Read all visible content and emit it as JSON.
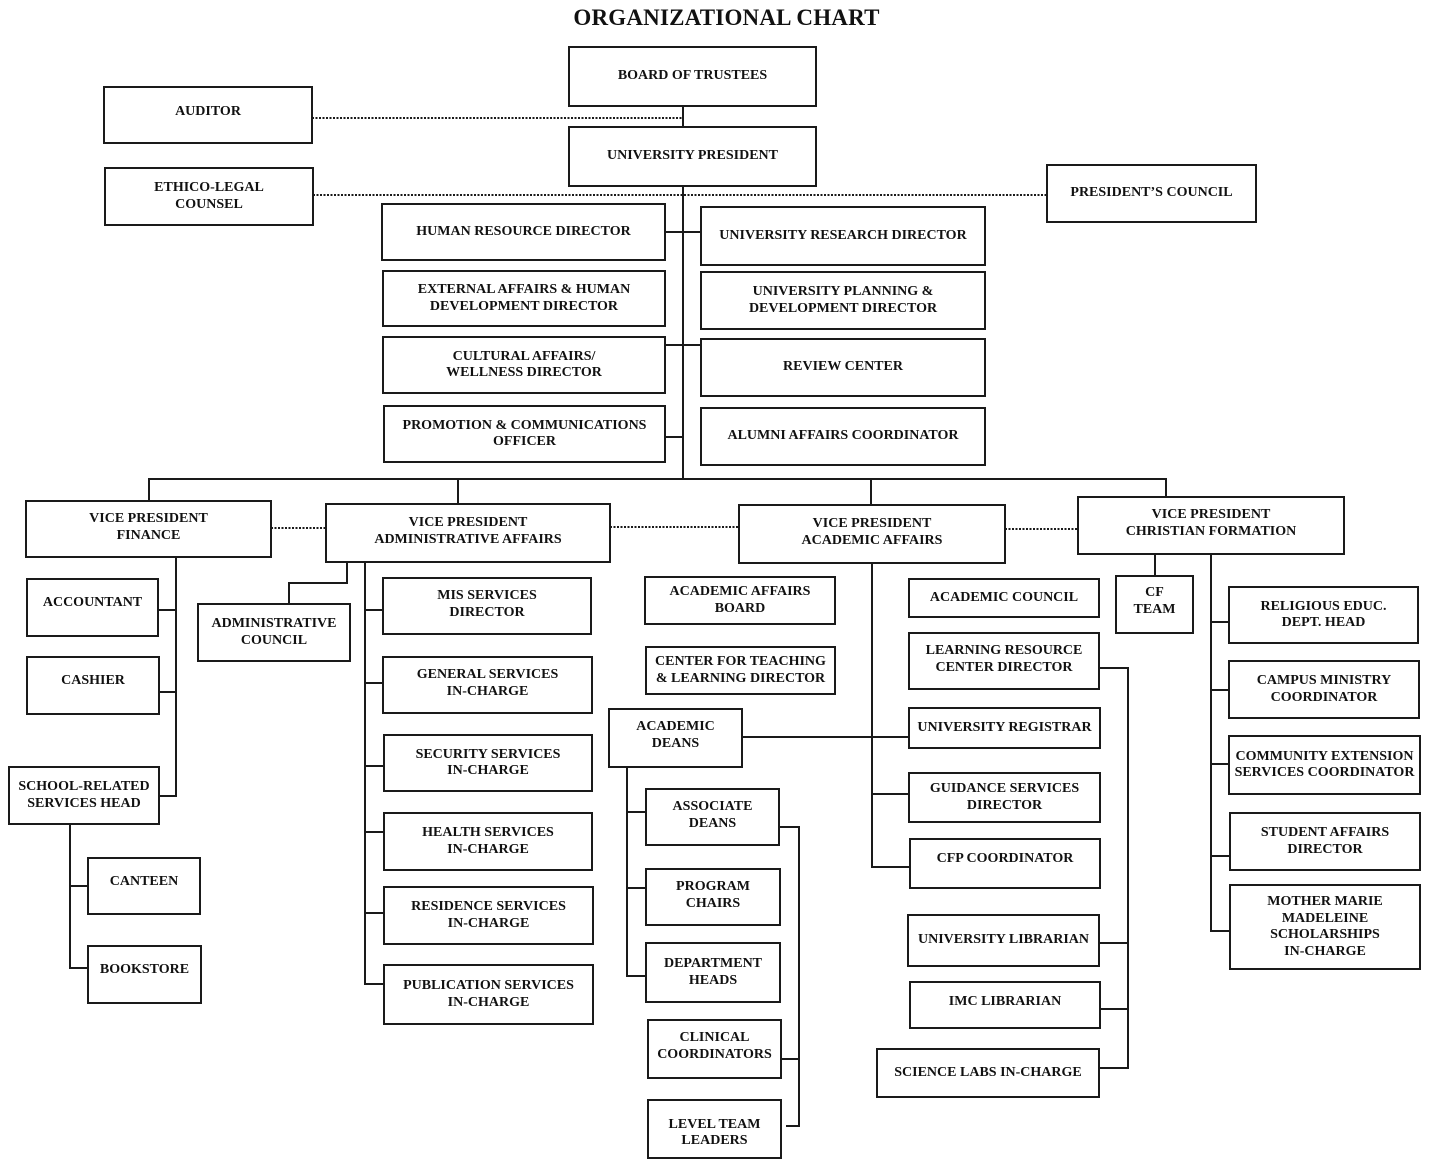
{
  "title": "ORGANIZATIONAL CHART",
  "colors": {
    "line": "#1a1a1a",
    "box_border": "#1a1a1a",
    "background": "#ffffff",
    "text": "#111111"
  },
  "nodes": {
    "board": "BOARD OF TRUSTEES",
    "auditor": "AUDITOR",
    "president": "UNIVERSITY PRESIDENT",
    "ethico_legal": "ETHICO-LEGAL\nCOUNSEL",
    "presidents_council": "PRESIDENT’S COUNCIL",
    "hr_director": "HUMAN RESOURCE DIRECTOR",
    "external_affairs": "EXTERNAL AFFAIRS & HUMAN\nDEVELOPMENT DIRECTOR",
    "cultural_affairs": "CULTURAL AFFAIRS/\nWELLNESS DIRECTOR",
    "promotion_comm": "PROMOTION & COMMUNICATIONS\nOFFICER",
    "research_director": "UNIVERSITY RESEARCH DIRECTOR",
    "planning_director": "UNIVERSITY PLANNING &\nDEVELOPMENT DIRECTOR",
    "review_center": "REVIEW CENTER",
    "alumni_affairs": "ALUMNI AFFAIRS COORDINATOR",
    "vp_finance": "VICE PRESIDENT\nFINANCE",
    "vp_admin": "VICE PRESIDENT\nADMINISTRATIVE AFFAIRS",
    "vp_academic": "VICE PRESIDENT\nACADEMIC AFFAIRS",
    "vp_christian": "VICE PRESIDENT\nCHRISTIAN FORMATION",
    "accountant": "ACCOUNTANT",
    "cashier": "CASHIER",
    "school_related": "SCHOOL-RELATED\nSERVICES HEAD",
    "canteen": "CANTEEN",
    "bookstore": "BOOKSTORE",
    "admin_council": "ADMINISTRATIVE\nCOUNCIL",
    "mis_services": "MIS SERVICES\nDIRECTOR",
    "general_services": "GENERAL SERVICES\nIN-CHARGE",
    "security_services": "SECURITY SERVICES\nIN-CHARGE",
    "health_services": "HEALTH SERVICES\nIN-CHARGE",
    "residence_services": "RESIDENCE SERVICES\nIN-CHARGE",
    "publication_services": "PUBLICATION SERVICES\nIN-CHARGE",
    "academic_affairs_board": "ACADEMIC AFFAIRS\nBOARD",
    "center_teaching": "CENTER FOR TEACHING\n& LEARNING DIRECTOR",
    "academic_deans": "ACADEMIC\nDEANS",
    "associate_deans": "ASSOCIATE\nDEANS",
    "program_chairs": "PROGRAM\nCHAIRS",
    "department_heads": "DEPARTMENT\nHEADS",
    "clinical_coordinators": "CLINICAL\nCOORDINATORS",
    "level_team_leaders": "LEVEL TEAM\nLEADERS",
    "academic_council": "ACADEMIC COUNCIL",
    "lrc_director": "LEARNING RESOURCE\nCENTER DIRECTOR",
    "registrar": "UNIVERSITY REGISTRAR",
    "guidance_services": "GUIDANCE SERVICES\nDIRECTOR",
    "cfp_coordinator": "CFP COORDINATOR",
    "university_librarian": "UNIVERSITY LIBRARIAN",
    "imc_librarian": "IMC LIBRARIAN",
    "science_labs": "SCIENCE LABS IN-CHARGE",
    "cf_team": "CF\nTEAM",
    "religious_educ": "RELIGIOUS EDUC.\nDEPT. HEAD",
    "campus_ministry": "CAMPUS MINISTRY\nCOORDINATOR",
    "community_extension": "COMMUNITY EXTENSION\nSERVICES COORDINATOR",
    "student_affairs": "STUDENT AFFAIRS\nDIRECTOR",
    "mmm_scholarships": "MOTHER MARIE\nMADELEINE\nSCHOLARSHIPS\nIN-CHARGE"
  }
}
